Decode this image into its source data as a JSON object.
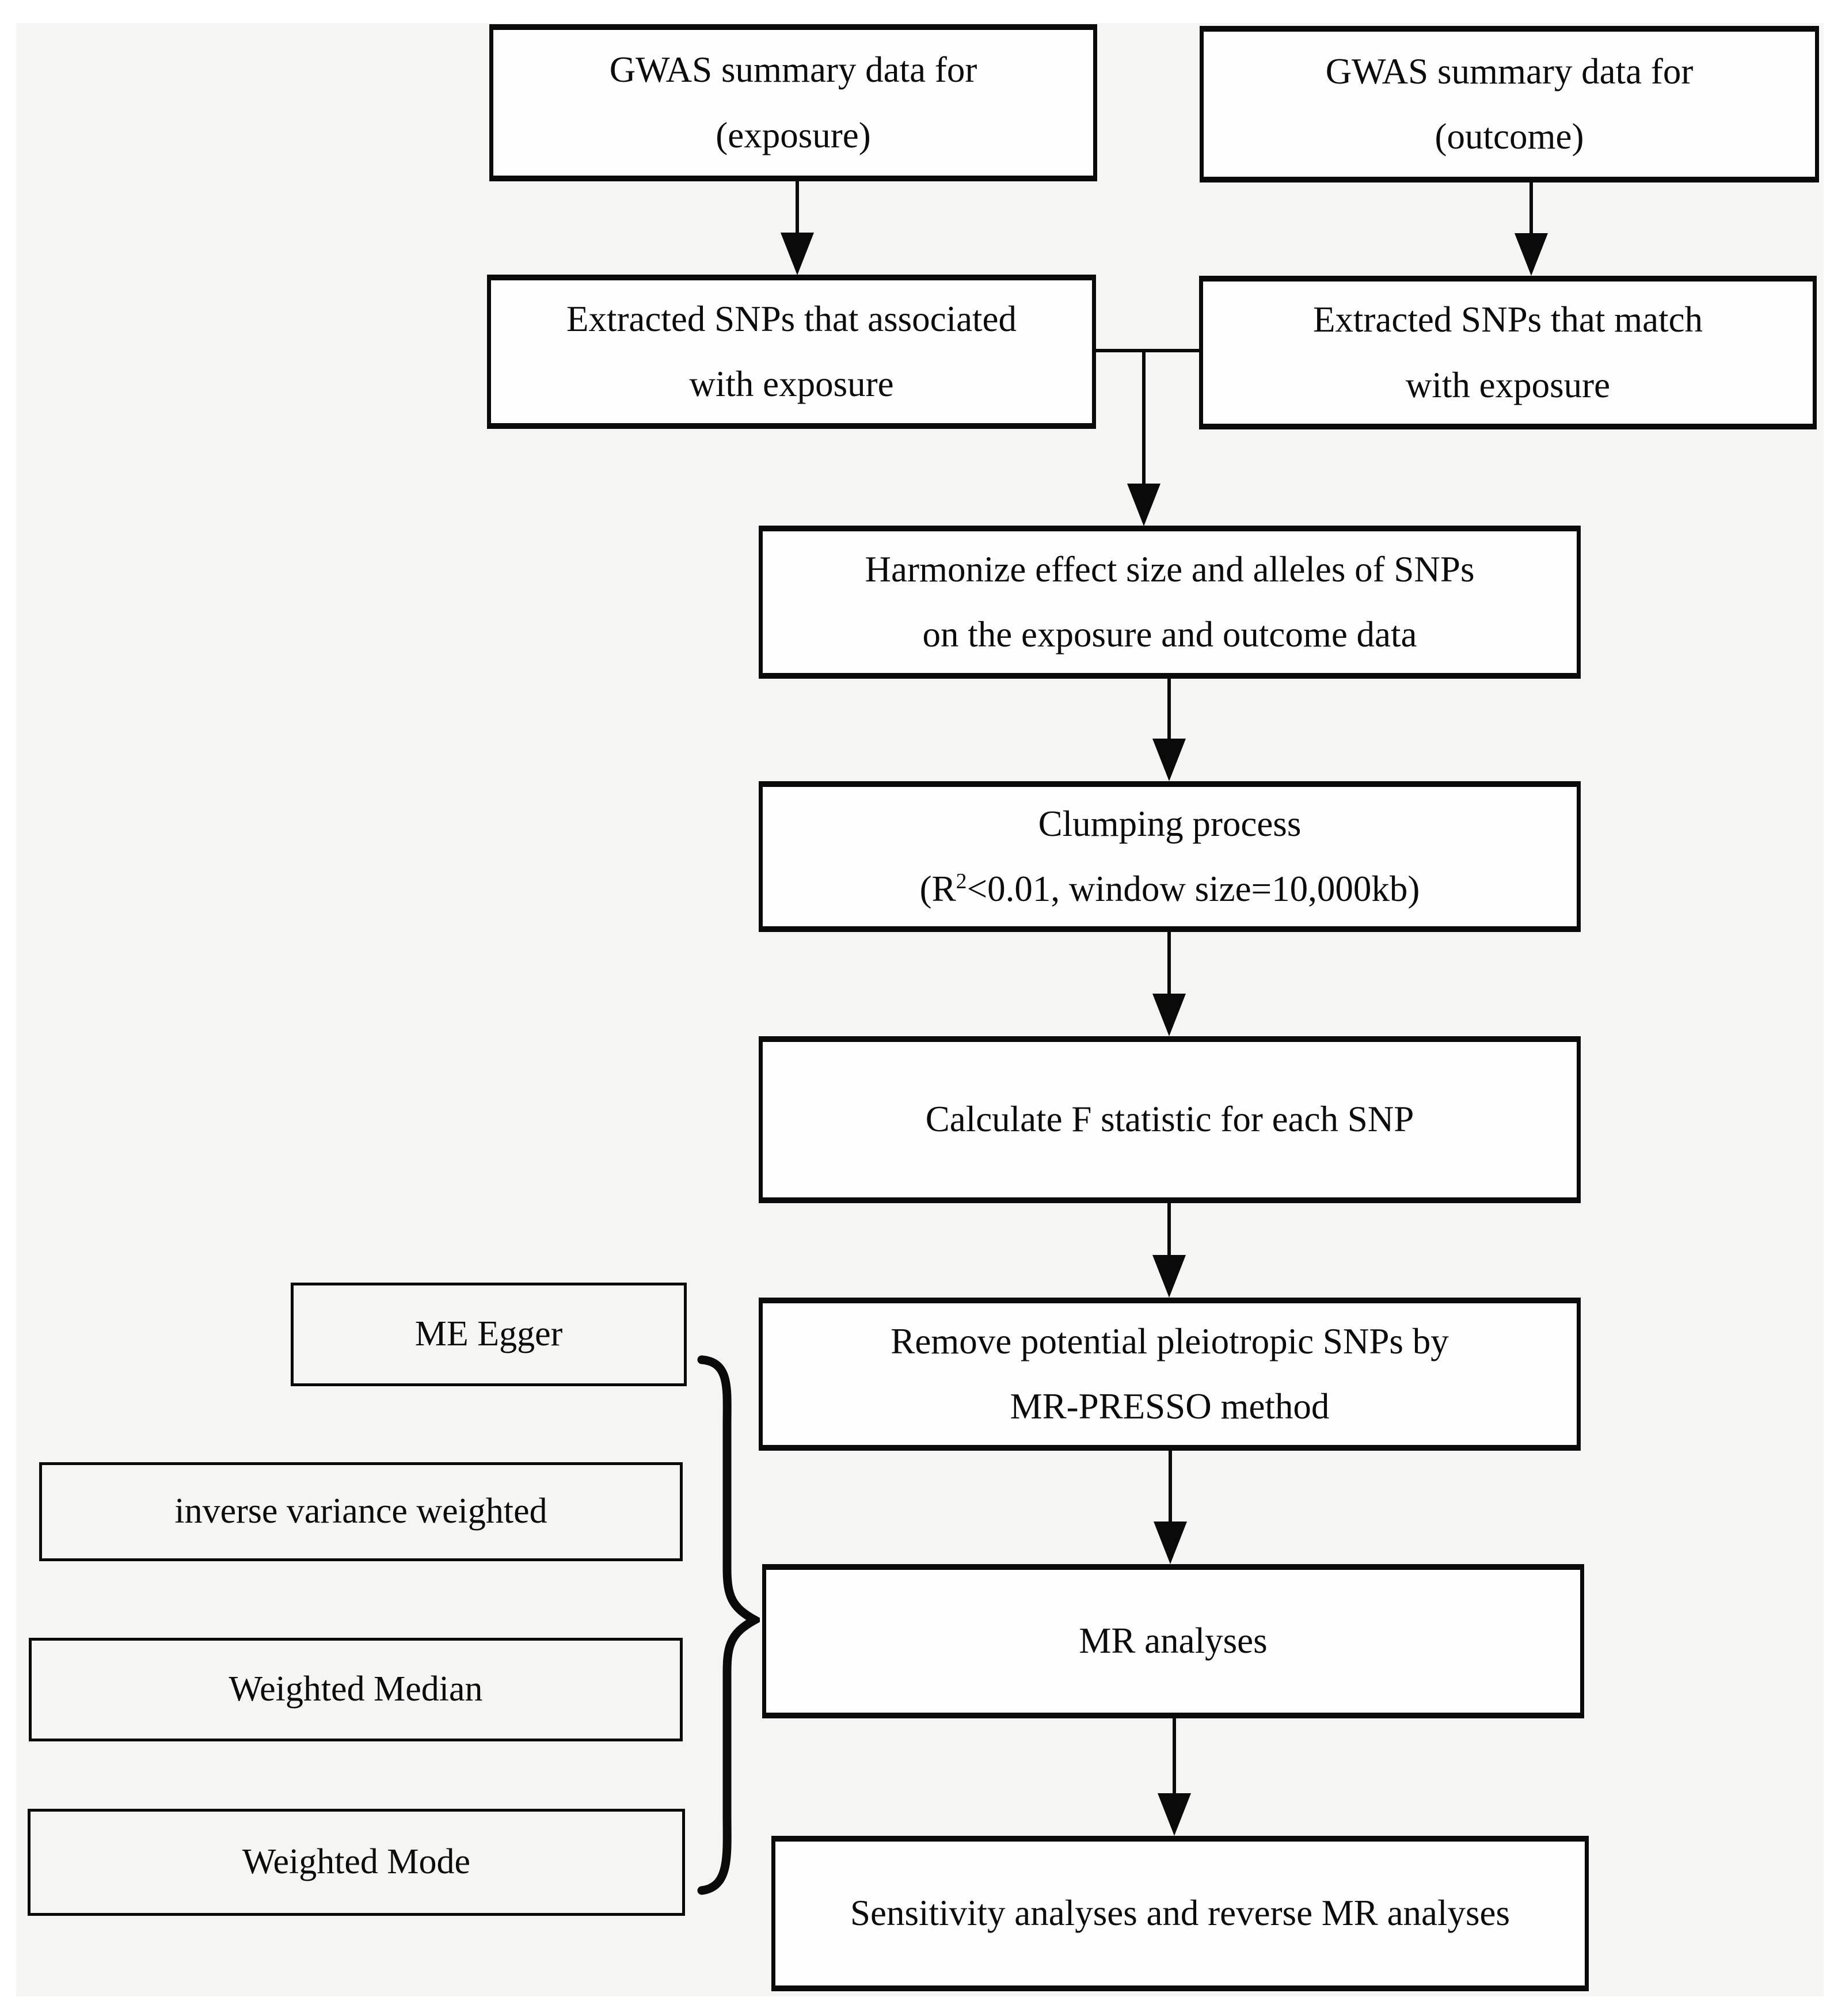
{
  "colors": {
    "page_background": "#ffffff",
    "diagram_background": "#f5f5f4",
    "box_fill": "#fefefe",
    "stroke": "#0a0a0a",
    "text": "#0c0c0c"
  },
  "flow": {
    "gwas_exposure": {
      "line1": "GWAS summary data for",
      "line2": "(exposure)"
    },
    "gwas_outcome": {
      "line1": "GWAS summary data for",
      "line2": "(outcome)"
    },
    "extracted_exposure": {
      "line1": "Extracted SNPs that associated",
      "line2": "with exposure"
    },
    "extracted_outcome": {
      "line1": "Extracted SNPs that match",
      "line2": "with exposure"
    },
    "harmonize": {
      "line1": "Harmonize effect size and alleles of SNPs",
      "line2": "on the exposure and outcome data"
    },
    "clumping": {
      "line1": "Clumping process",
      "line2_prefix": "(R",
      "line2_superscript": "2",
      "line2_suffix": "<0.01, window size=10,000kb)"
    },
    "f_statistic": {
      "line1": "Calculate F statistic for each SNP"
    },
    "mr_presso": {
      "line1": "Remove potential pleiotropic SNPs by",
      "line2": "MR-PRESSO method"
    },
    "mr_analyses": {
      "line1": "MR analyses"
    },
    "sensitivity": {
      "line1": "Sensitivity analyses and reverse MR analyses"
    }
  },
  "methods": {
    "me_egger": "ME Egger",
    "inverse_variance_weighted": "inverse variance weighted",
    "weighted_median": "Weighted Median",
    "weighted_mode": "Weighted Mode"
  }
}
